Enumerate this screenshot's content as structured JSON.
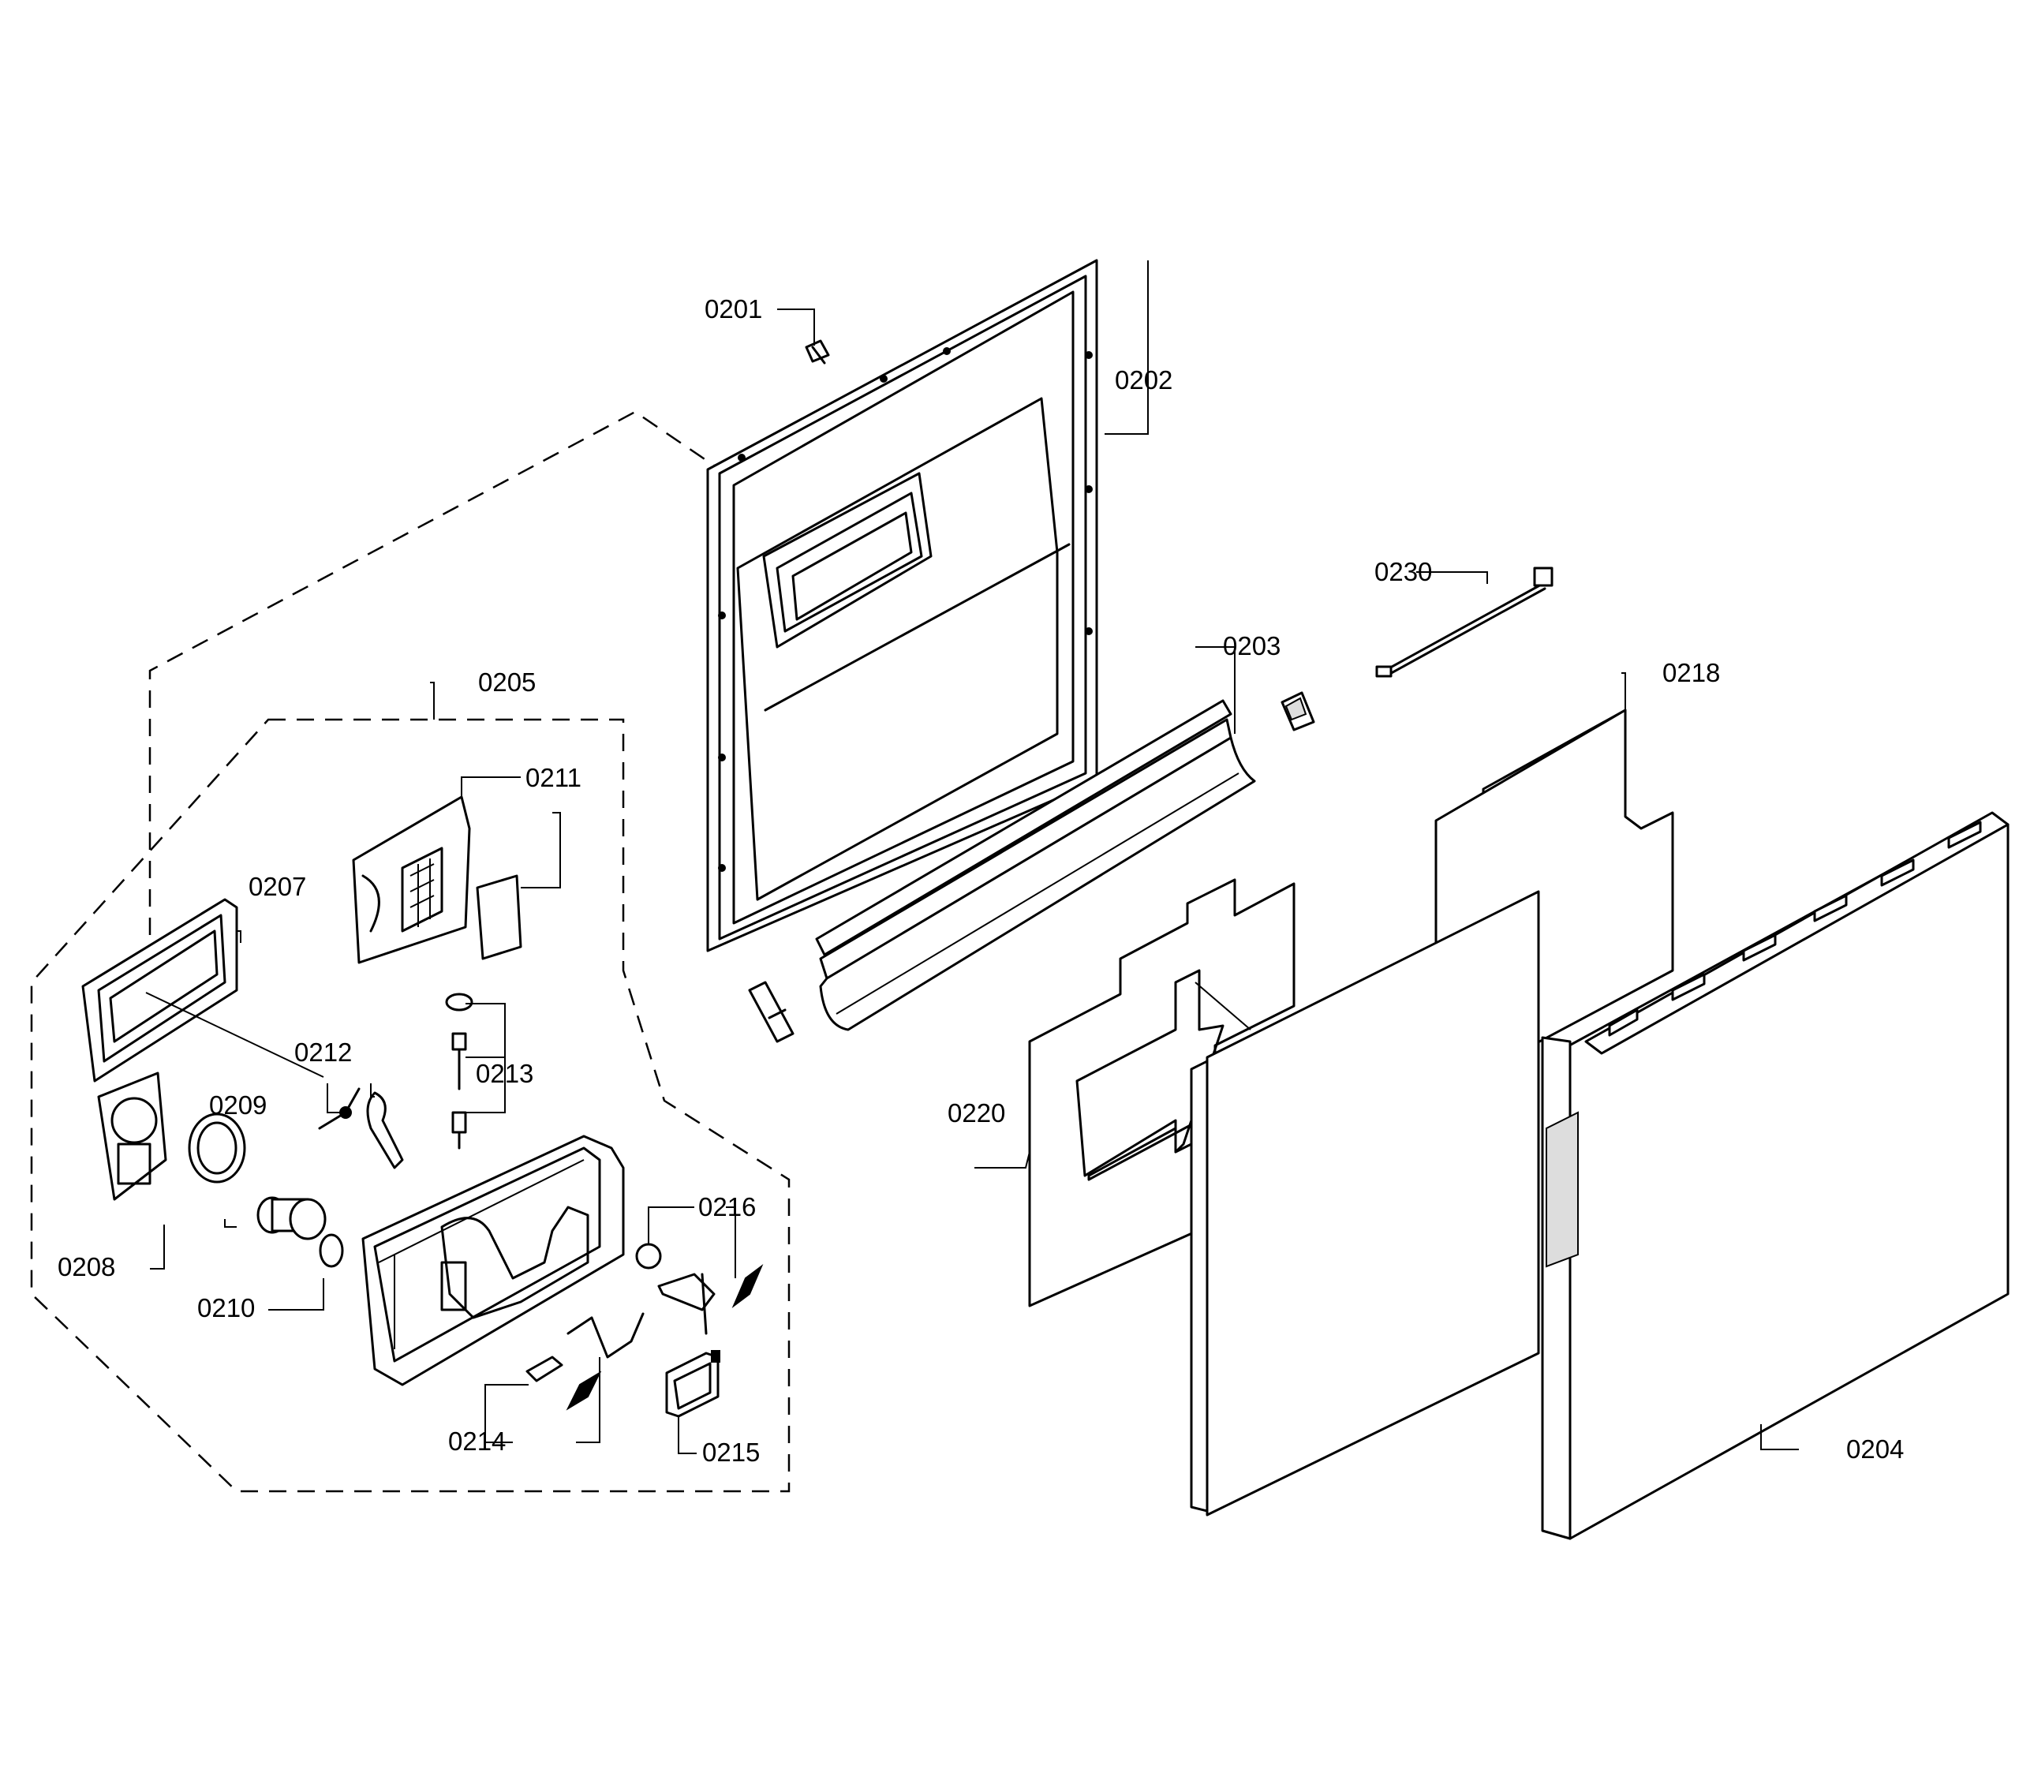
{
  "parts": {
    "p0201": "0201",
    "p0202": "0202",
    "p0203": "0203",
    "p0204": "0204",
    "p0205": "0205",
    "p0207": "0207",
    "p0208": "0208",
    "p0209": "0209",
    "p0210": "0210",
    "p0211": "0211",
    "p0212": "0212",
    "p0213": "0213",
    "p0214": "0214",
    "p0215": "0215",
    "p0216": "0216",
    "p0218": "0218",
    "p0220": "0220",
    "p0230": "0230"
  }
}
